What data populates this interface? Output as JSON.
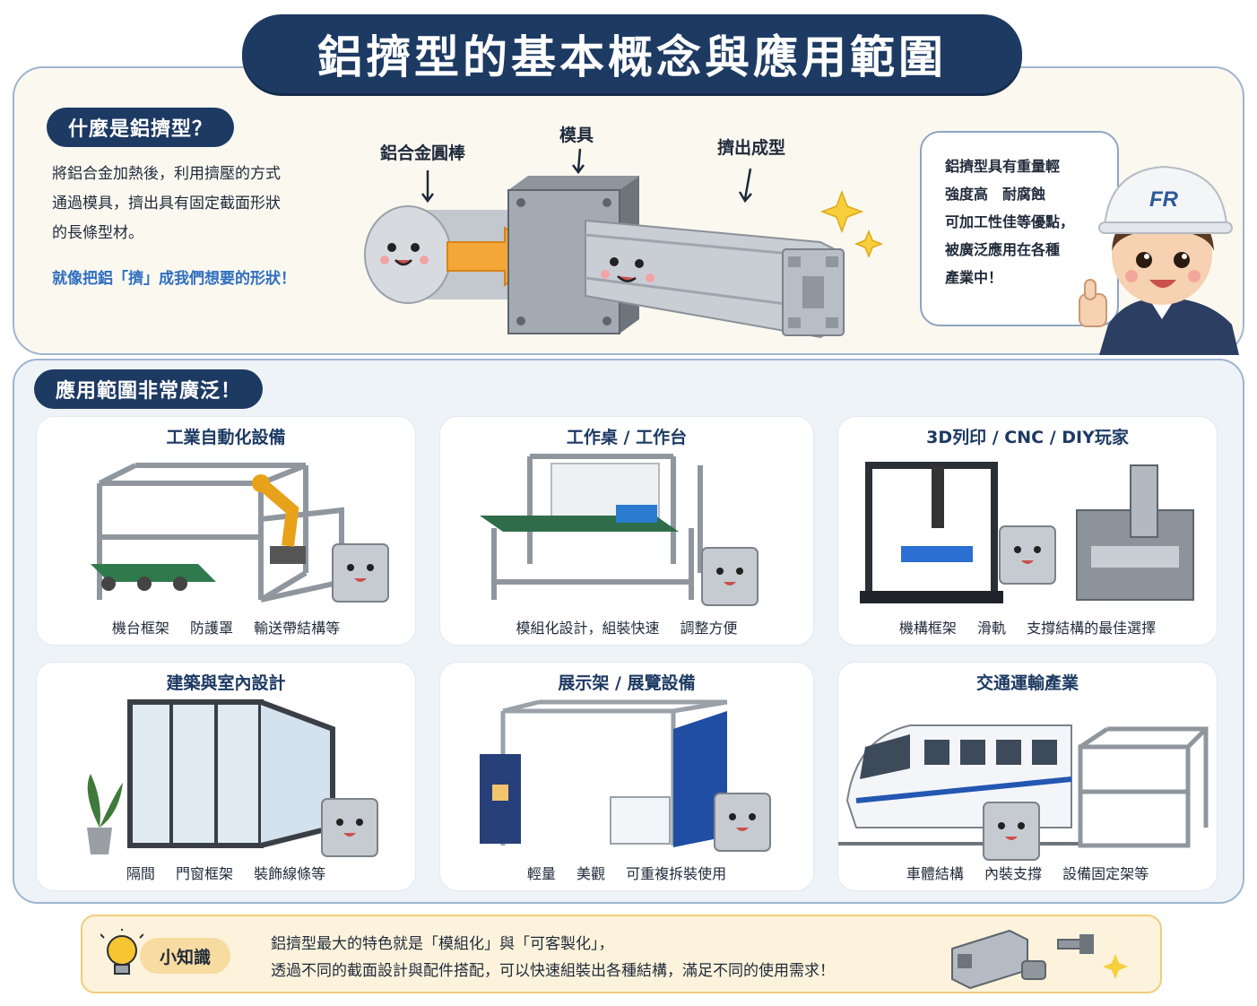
{
  "title": "鋁擠型的基本概念與應用範圍",
  "intro": {
    "pill": "什麼是鋁擠型？",
    "lines": [
      "將鋁合金加熱後，利用擠壓的方式",
      "通過模具，擠出具有固定截面形狀",
      "的長條型材。"
    ],
    "highlight": "就像把鋁「擠」成我們想要的形狀！"
  },
  "process": {
    "billet_label": "鋁合金圓棒",
    "die_label": "模具",
    "extrude_label": "擠出成型"
  },
  "speech": {
    "lines": [
      "鋁擠型具有重量輕",
      "強度高　耐腐蝕",
      "可加工性佳等優點，",
      "被廣泛應用在各種",
      "產業中！"
    ],
    "helmet_text": "FR"
  },
  "applications": {
    "pill": "應用範圍非常廣泛！",
    "cards": [
      {
        "title": "工業自動化設備",
        "items": [
          "機台框架",
          "防護罩",
          "輸送帶結構等"
        ]
      },
      {
        "title": "工作桌 / 工作台",
        "items": [
          "模組化設計，組裝快速",
          "調整方便"
        ]
      },
      {
        "title": "3D列印 / CNC / DIY玩家",
        "items": [
          "機構框架",
          "滑軌",
          "支撐結構的最佳選擇"
        ]
      },
      {
        "title": "建築與室內設計",
        "items": [
          "隔間",
          "門窗框架",
          "裝飾線條等"
        ]
      },
      {
        "title": "展示架 / 展覽設備",
        "items": [
          "輕量",
          "美觀",
          "可重複拆裝使用"
        ]
      },
      {
        "title": "交通運輸產業",
        "items": [
          "車體結構",
          "內裝支撐",
          "設備固定架等"
        ]
      }
    ]
  },
  "tip": {
    "label": "小知識",
    "lines": [
      "鋁擠型最大的特色就是「模組化」與「可客製化」，",
      "透過不同的截面設計與配件搭配，可以快速組裝出各種結構，滿足不同的使用需求！"
    ]
  },
  "colors": {
    "navy": "#1d3a63",
    "accent_blue": "#2f6fc0",
    "orange_arrow": "#f4a636",
    "tip_bg": "#fdf3dc"
  }
}
